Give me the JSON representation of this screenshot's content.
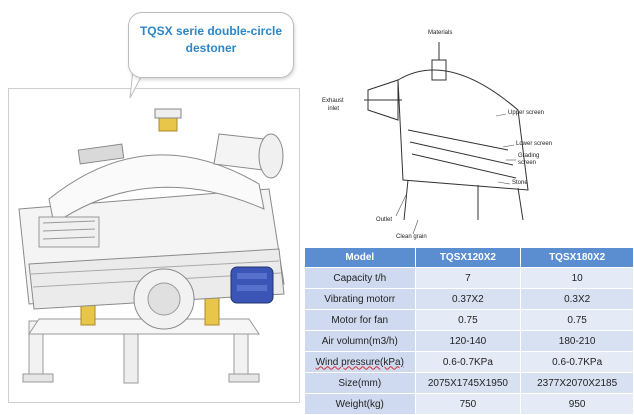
{
  "callout": {
    "title_line1": "TQSX  serie double-circle",
    "title_line2": "destoner"
  },
  "diagram": {
    "labels": {
      "materials": "Materials",
      "exhaust": "Exhaust",
      "inlet": "inlet",
      "upper_screen": "Upper screen",
      "lower_screen": "Lower screen",
      "grading": "Grading",
      "screen": "screen",
      "stone": "Stone",
      "outlet": "Outlet",
      "clean_grain": "Clean grain"
    }
  },
  "table": {
    "headers": [
      "Model",
      "TQSX120X2",
      "TQSX180X2"
    ],
    "rows": [
      [
        "Capacity  t/h",
        "7",
        "10"
      ],
      [
        "Vibrating motorr",
        "0.37X2",
        "0.3X2"
      ],
      [
        "Motor for fan",
        "0.75",
        "0.75"
      ],
      [
        "Air volumn(m3/h)",
        "120-140",
        "180-210"
      ],
      [
        "Wind pressure(kPa)",
        "0.6-0.7KPa",
        "0.6-0.7KPa"
      ],
      [
        "Size(mm)",
        "2075X1745X1950",
        "2377X2070X2185"
      ],
      [
        "Weight(kg)",
        "750",
        "950"
      ]
    ]
  },
  "colors": {
    "callout_text": "#2c86c7",
    "table_header": "#5b8ed1",
    "table_cell": "#e4eaf6",
    "machine_motor": "#3a55b5"
  }
}
